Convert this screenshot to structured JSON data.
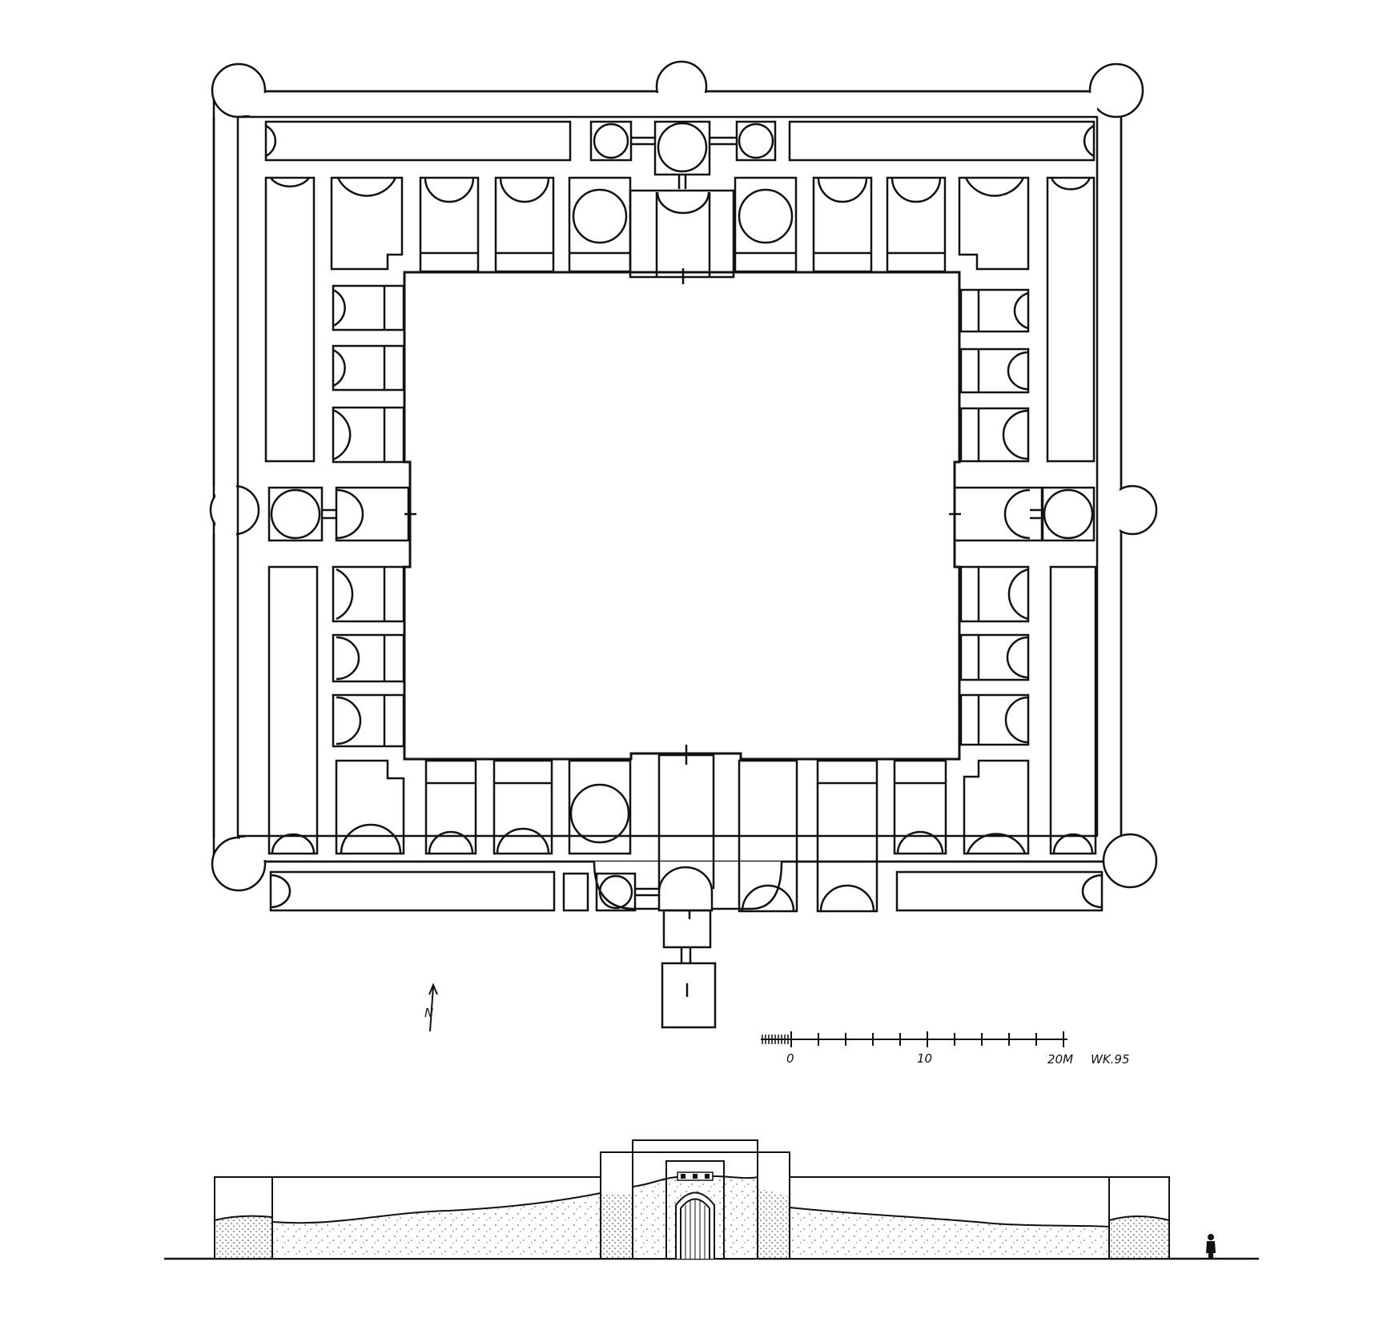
{
  "scale_bar": {
    "tick_labels": [
      "0",
      "10",
      "20M"
    ],
    "signature": "WK.95"
  },
  "north_arrow": {
    "letter": "N"
  },
  "colors": {
    "ink": "#111111",
    "paper": "#ffffff",
    "stipple": "#333333"
  }
}
